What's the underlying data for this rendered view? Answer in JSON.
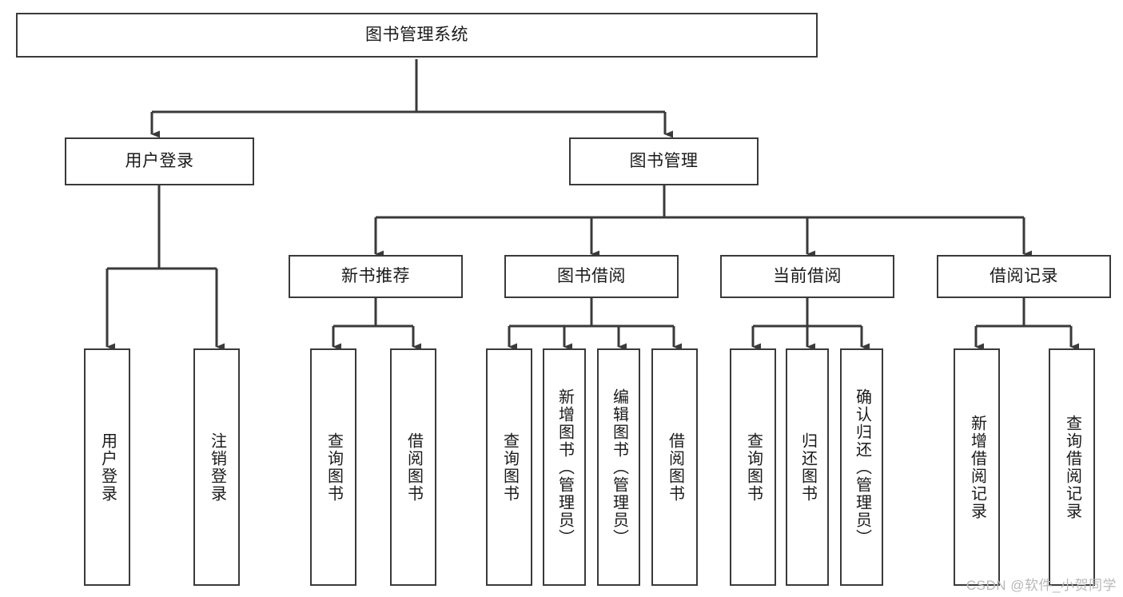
{
  "diagram": {
    "title": "图书管理系统",
    "type": "hierarchy-tree",
    "watermark": "CSDN @软件_小贺同学",
    "colors": {
      "box_border": "#3a3a3a",
      "box_fill": "#ffffff",
      "connector": "#3a3a3a",
      "text": "#1a1a1a",
      "watermark": "#b8b8b8"
    },
    "levels": [
      {
        "level": 0,
        "nodes": [
          {
            "id": "root",
            "label": "图书管理系统",
            "orientation": "horizontal"
          }
        ]
      },
      {
        "level": 1,
        "nodes": [
          {
            "id": "user-login",
            "label": "用户登录",
            "orientation": "horizontal",
            "parent": "root"
          },
          {
            "id": "book-manage",
            "label": "图书管理",
            "orientation": "horizontal",
            "parent": "root"
          }
        ]
      },
      {
        "level": 2,
        "nodes": [
          {
            "id": "new-book-rec",
            "label": "新书推荐",
            "orientation": "horizontal",
            "parent": "book-manage"
          },
          {
            "id": "book-borrow",
            "label": "图书借阅",
            "orientation": "horizontal",
            "parent": "book-manage"
          },
          {
            "id": "current-borrow",
            "label": "当前借阅",
            "orientation": "horizontal",
            "parent": "book-manage"
          },
          {
            "id": "borrow-record",
            "label": "借阅记录",
            "orientation": "horizontal",
            "parent": "book-manage"
          }
        ]
      },
      {
        "level": 3,
        "nodes": [
          {
            "id": "leaf-user-login",
            "label": "用户登录",
            "orientation": "vertical",
            "parent": "user-login"
          },
          {
            "id": "leaf-user-logout",
            "label": "注销登录",
            "orientation": "vertical",
            "parent": "user-login"
          },
          {
            "id": "leaf-rec-query",
            "label": "查询图书",
            "orientation": "vertical",
            "parent": "new-book-rec"
          },
          {
            "id": "leaf-rec-borrow",
            "label": "借阅图书",
            "orientation": "vertical",
            "parent": "new-book-rec"
          },
          {
            "id": "leaf-borrow-query",
            "label": "查询图书",
            "orientation": "vertical",
            "parent": "book-borrow"
          },
          {
            "id": "leaf-borrow-add",
            "label": "新增图书（管理员）",
            "orientation": "vertical",
            "parent": "book-borrow"
          },
          {
            "id": "leaf-borrow-edit",
            "label": "编辑图书（管理员）",
            "orientation": "vertical",
            "parent": "book-borrow"
          },
          {
            "id": "leaf-borrow-lend",
            "label": "借阅图书",
            "orientation": "vertical",
            "parent": "book-borrow"
          },
          {
            "id": "leaf-cur-query",
            "label": "查询图书",
            "orientation": "vertical",
            "parent": "current-borrow"
          },
          {
            "id": "leaf-cur-return",
            "label": "归还图书",
            "orientation": "vertical",
            "parent": "current-borrow"
          },
          {
            "id": "leaf-cur-confirm",
            "label": "确认归还（管理员）",
            "orientation": "vertical",
            "parent": "current-borrow"
          },
          {
            "id": "leaf-rec-add",
            "label": "新增借阅记录",
            "orientation": "vertical",
            "parent": "borrow-record"
          },
          {
            "id": "leaf-rec-search",
            "label": "查询借阅记录",
            "orientation": "vertical",
            "parent": "borrow-record"
          }
        ]
      }
    ]
  }
}
